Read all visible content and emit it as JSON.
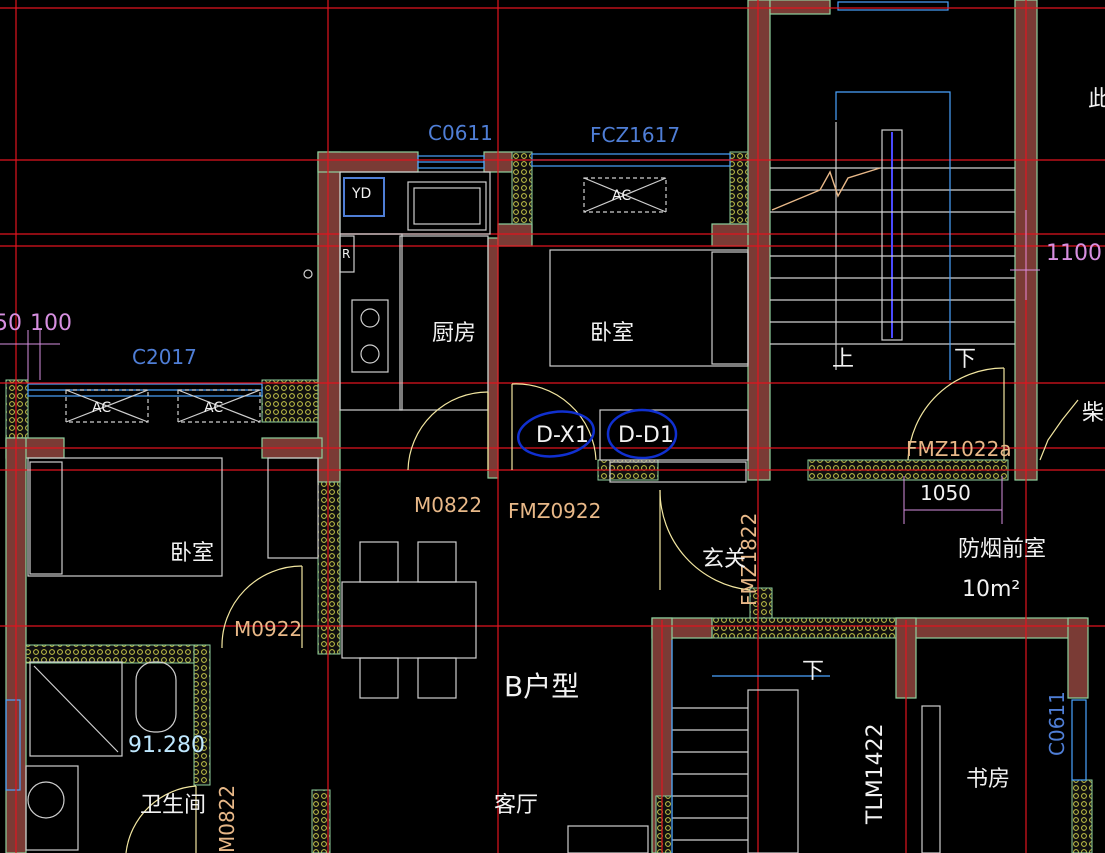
{
  "labels": {
    "window_c0611_top": "C0611",
    "window_fcz1617": "FCZ1617",
    "window_c2017": "C2017",
    "window_c0611_right": "C0611",
    "dim_50": "50",
    "dim_100": "100",
    "dim_1100": "1100",
    "dim_1050": "1050",
    "yd_box": "YD",
    "r_box": "R",
    "ac_1": "AC",
    "ac_2": "AC",
    "ac_3": "AC",
    "kitchen": "厨房",
    "bedroom_upper": "卧室",
    "bedroom_left": "卧室",
    "stair_up": "上",
    "stair_down": "下",
    "stair_down_lower": "下",
    "d_x1": "D-X1",
    "d_d1": "D-D1",
    "door_m0822": "M0822",
    "door_fmz0922": "FMZ0922",
    "door_fmz1022a": "FMZ1022a",
    "door_m0922": "M0922",
    "door_fmz1822": "FMZ1822",
    "door_m0822_lower": "M0822",
    "door_tlm1422": "TLM1422",
    "entry": "玄关",
    "fire_lobby": "防烟前室",
    "fire_lobby_area": "10m²",
    "unit_type": "B户型",
    "living_room": "客厅",
    "study": "书房",
    "bathroom": "卫生间",
    "elevation": "91.280",
    "edge_text_1": "此",
    "edge_text_2": "柴发"
  },
  "colors": {
    "background": "#000000",
    "grid_line": "#e0141f",
    "wall_fill": "#7a3b35",
    "hatch": "#c8c84a",
    "window_blue": "#4f7ed6",
    "door_text": "#e8b888",
    "markup_circle": "#1030d0"
  }
}
